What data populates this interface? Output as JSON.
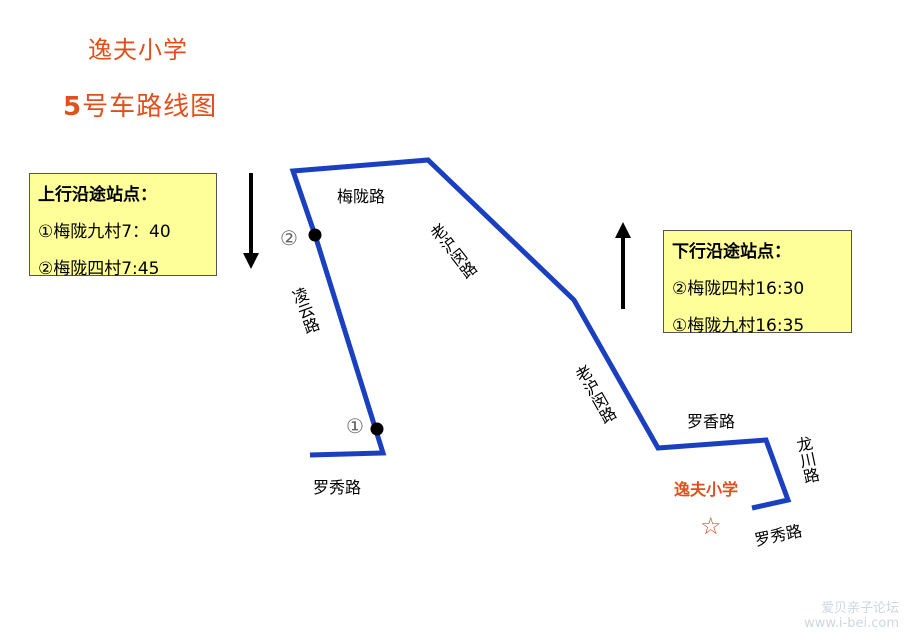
{
  "title": {
    "school": "逸夫小学",
    "route_num": "5",
    "route_suffix": "号车路线图"
  },
  "up_box": {
    "header": "上行沿途站点：",
    "stops": [
      "①梅陇九村7：40",
      "②梅陇四村7:45"
    ]
  },
  "down_box": {
    "header": "下行沿途站点：",
    "stops": [
      "②梅陇四村16:30",
      "①梅陇九村16:35"
    ]
  },
  "roads": {
    "meilong": "梅陇路",
    "laohumin_1": "老沪闵路",
    "lingyun": "凌云路",
    "laohumin_2": "老沪闵路",
    "luoxiang": "罗香路",
    "longchuan": "龙川路",
    "luoxiu_left": "罗秀路",
    "luoxiu_right": "罗秀路"
  },
  "stop_markers": {
    "stop1": "①",
    "stop2": "②"
  },
  "school_label": "逸夫小学",
  "star_glyph": "☆",
  "watermark": {
    "line1": "爱贝亲子论坛",
    "line2": "www.i-bei.com"
  },
  "colors": {
    "route": "#1a3fbf",
    "title": "#e0501c",
    "box_bg": "#ffff99"
  }
}
